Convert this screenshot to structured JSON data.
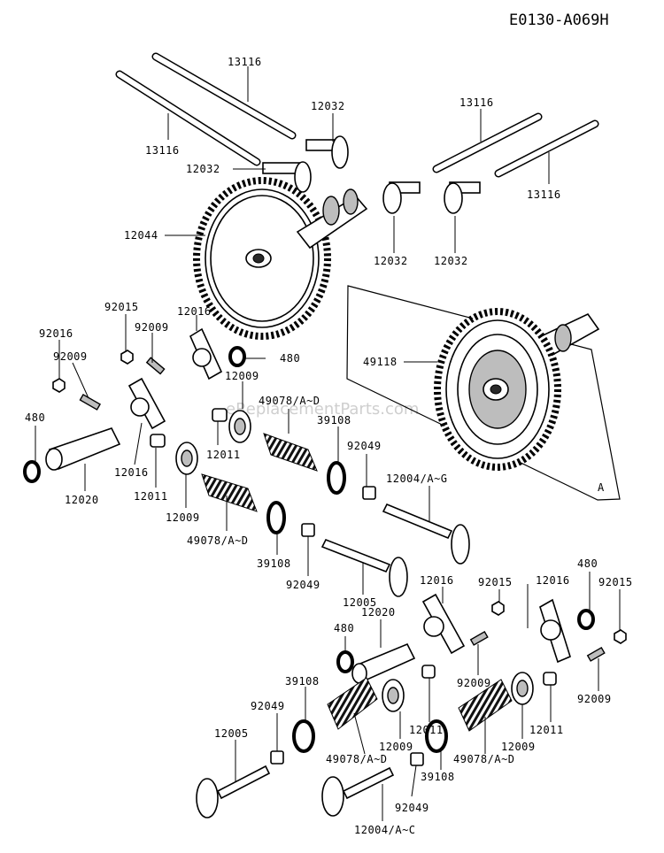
{
  "header": {
    "code": "E0130-A069H"
  },
  "watermark": "eReplacementParts.com",
  "inset": {
    "label": "A"
  },
  "callouts": {
    "c01": "13116",
    "c02": "13116",
    "c03": "13116",
    "c04": "13116",
    "c05": "12032",
    "c06": "12032",
    "c07": "12032",
    "c08": "12032",
    "c09": "12044",
    "c10": "49118",
    "c11": "92015",
    "c12": "12016",
    "c13": "92016",
    "c14": "92009",
    "c15": "92009",
    "c16": "480",
    "c17": "12009",
    "c18": "49078/A~D",
    "c19": "39108",
    "c20": "92049",
    "c21": "480",
    "c22": "12016",
    "c23": "12011",
    "c24": "12020",
    "c25": "12011",
    "c26": "12009",
    "c27": "49078/A~D",
    "c28": "39108",
    "c29": "92049",
    "c30": "12004/A~G",
    "c31": "12005",
    "c32": "12016",
    "c33": "92015",
    "c34": "12016",
    "c35": "92015",
    "c36": "480",
    "c37": "12020",
    "c38": "480",
    "c39": "92009",
    "c40": "92009",
    "c41": "39108",
    "c42": "12011",
    "c43": "12011",
    "c44": "92049",
    "c45": "12009",
    "c46": "12009",
    "c47": "12005",
    "c48": "49078/A~D",
    "c49": "49078/A~D",
    "c50": "39108",
    "c51": "92049",
    "c52": "12004/A~C"
  }
}
